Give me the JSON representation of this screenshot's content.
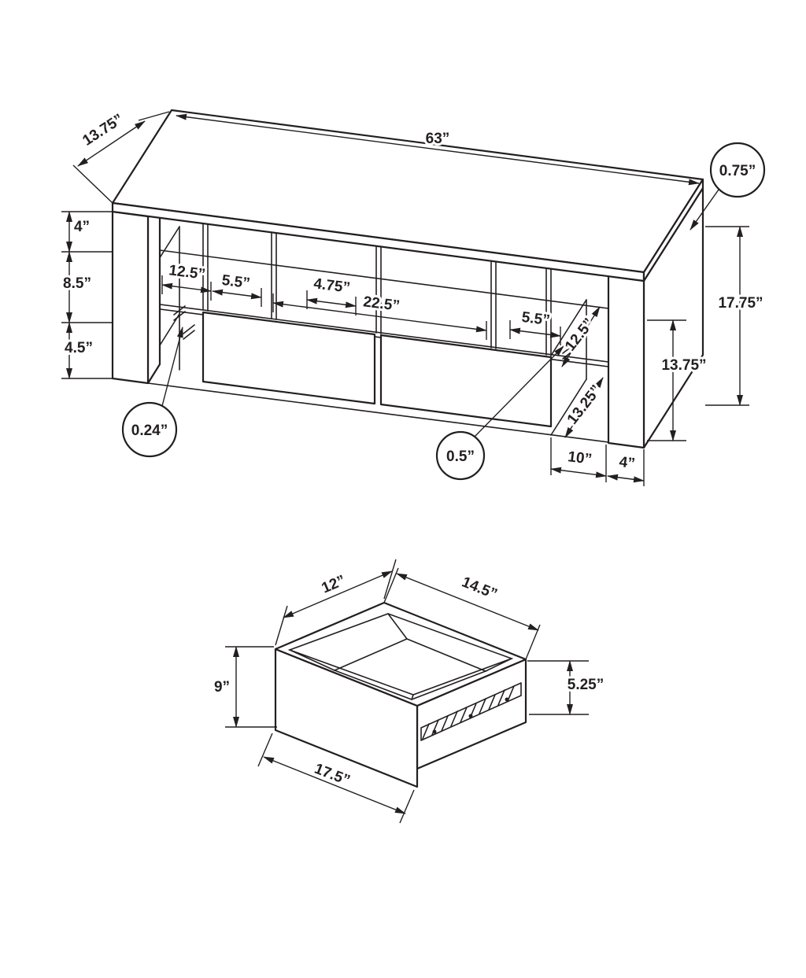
{
  "diagram": {
    "background": "#ffffff",
    "line_color": "#231f20",
    "stand": {
      "width": "63”",
      "depth": "13.75”",
      "top_thickness": "0.75”",
      "left_top_height": "4”",
      "left_middle_height": "8.5”",
      "left_lower_height": "4.5”",
      "left_opening_width": "12.5”",
      "left_divider_space": "5.5”",
      "center_divider_space": "4.75”",
      "drawer_front_width": "22.5”",
      "right_divider_space": "5.5”",
      "right_opening_depth": "12.5”",
      "right_lower_depth": "13.25”",
      "panel_thickness": "0.24”",
      "gap_thickness": "0.5”",
      "total_height": "17.75”",
      "inner_height": "13.75”",
      "bottom_opening_width": "10”",
      "leg_width": "4”"
    },
    "drawer": {
      "inner_width": "12”",
      "depth": "14.5”",
      "front_height": "9”",
      "side_height": "5.25”",
      "front_width": "17.5”"
    }
  }
}
